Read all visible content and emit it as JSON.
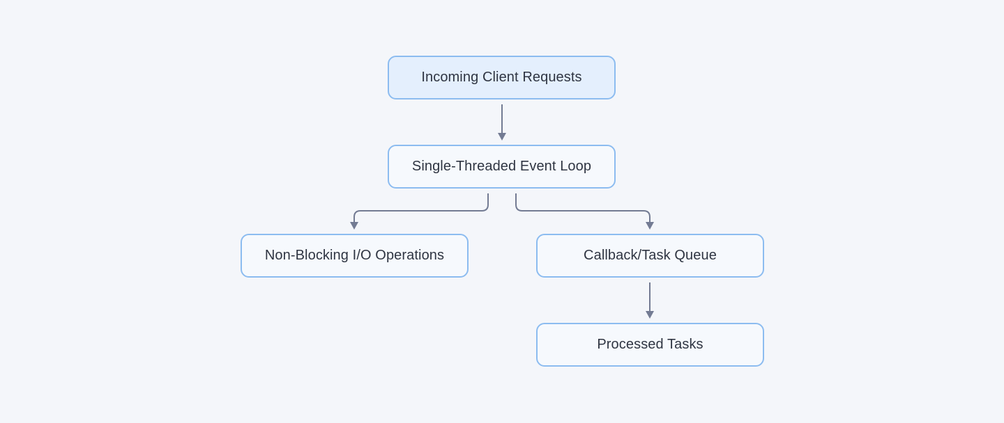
{
  "diagram": {
    "nodes": [
      {
        "id": "requests",
        "label": "Incoming Client Requests"
      },
      {
        "id": "loop",
        "label": "Single-Threaded Event Loop"
      },
      {
        "id": "io",
        "label": "Non-Blocking I/O Operations"
      },
      {
        "id": "queue",
        "label": "Callback/Task Queue"
      },
      {
        "id": "tasks",
        "label": "Processed Tasks"
      }
    ],
    "edges": [
      {
        "from": "requests",
        "to": "loop"
      },
      {
        "from": "loop",
        "to": "io"
      },
      {
        "from": "loop",
        "to": "queue"
      },
      {
        "from": "queue",
        "to": "tasks"
      }
    ],
    "colors": {
      "background": "#f4f6fa",
      "node_border": "#8cbcf0",
      "root_fill": "#e4effd",
      "node_fill": "#f6f9fd",
      "connector": "#737b93",
      "text": "#2f3542"
    }
  }
}
